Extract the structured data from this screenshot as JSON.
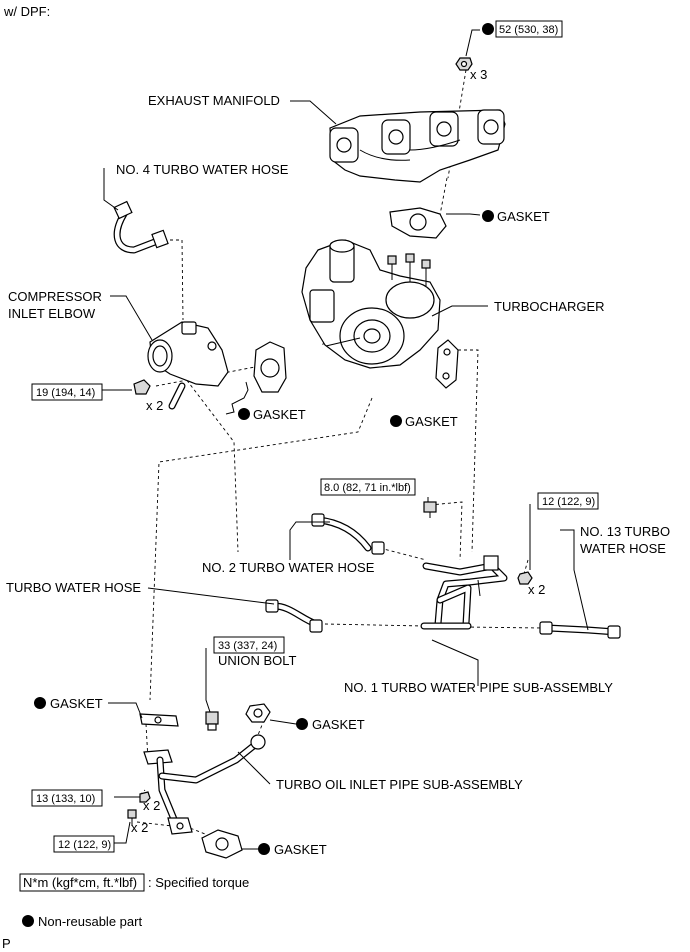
{
  "header": {
    "variant": "w/ DPF:"
  },
  "footer_code": "P",
  "legend": {
    "torque_box": "N*m (kgf*cm, ft.*lbf)",
    "torque_text": ": Specified torque",
    "nonreusable_text": "Non-reusable part"
  },
  "labels": {
    "exhaust_manifold": "EXHAUST MANIFOLD",
    "no4_hose": "NO. 4 TURBO WATER HOSE",
    "compressor_1": "COMPRESSOR",
    "compressor_2": "INLET ELBOW",
    "gasket_exhaust": "GASKET",
    "turbocharger": "TURBOCHARGER",
    "gasket_elbow": "GASKET",
    "gasket_turbo": "GASKET",
    "no2_hose": "NO. 2 TURBO WATER HOSE",
    "no13_hose_1": "NO. 13 TURBO",
    "no13_hose_2": "WATER HOSE",
    "turbo_water_hose": "TURBO WATER HOSE",
    "union_bolt": "UNION BOLT",
    "no1_pipe": "NO. 1 TURBO WATER PIPE SUB-ASSEMBLY",
    "gasket_oil_top": "GASKET",
    "gasket_union": "GASKET",
    "oil_inlet_pipe": "TURBO OIL INLET PIPE SUB-ASSEMBLY",
    "gasket_oil_bottom": "GASKET"
  },
  "torques": {
    "manifold_nut": "52 (530, 38)",
    "elbow_bolt": "19 (194, 14)",
    "pipe_bolt_small": "8.0 (82, 71 in.*lbf)",
    "pipe_nut": "12 (122, 9)",
    "union_bolt": "33 (337, 24)",
    "oil_nut": "13 (133, 10)",
    "oil_bolt": "12 (122, 9)"
  },
  "quantities": {
    "manifold_nut": "x 3",
    "elbow_bolt": "x 2",
    "pipe_nut": "x 2",
    "oil_nut": "x 2",
    "oil_bolt": "x 2"
  }
}
